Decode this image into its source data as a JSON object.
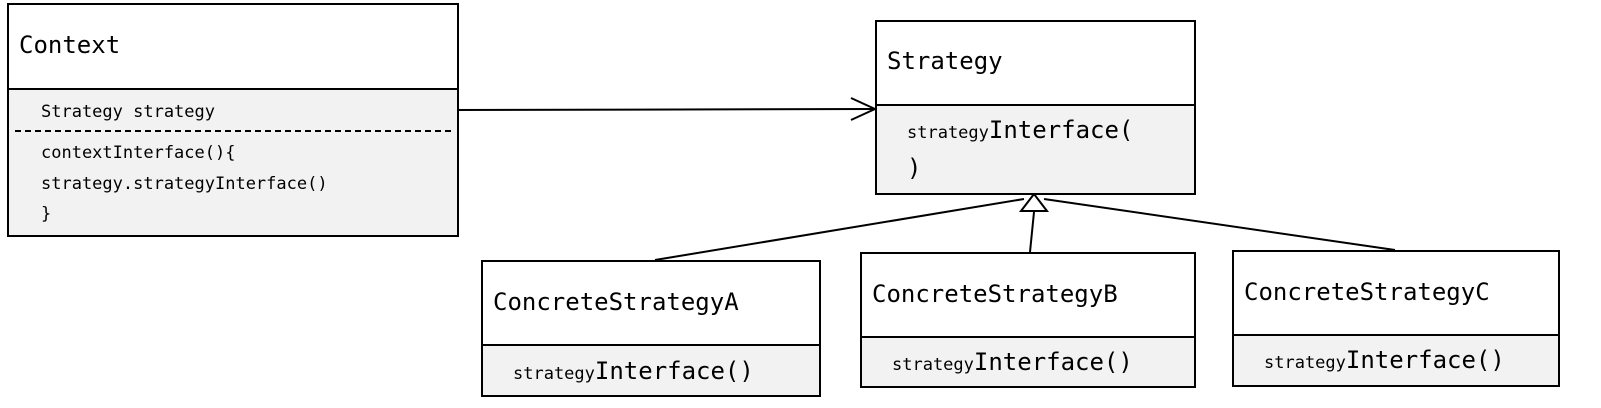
{
  "classes": {
    "context": {
      "name": "Context",
      "field": "Strategy strategy",
      "method_lines": [
        "contextInterface(){",
        "strategy.strategyInterface()",
        "}"
      ]
    },
    "strategy": {
      "name": "Strategy",
      "method_prefix": "strategy",
      "method_rest_1": "Interface(",
      "method_rest_2": ")"
    },
    "concrete_a": {
      "name": "ConcreteStrategyA",
      "method_prefix": "strategy",
      "method_rest": "Interface()"
    },
    "concrete_b": {
      "name": "ConcreteStrategyB",
      "method_prefix": "strategy",
      "method_rest": "Interface()"
    },
    "concrete_c": {
      "name": "ConcreteStrategyC",
      "method_prefix": "strategy",
      "method_rest": "Interface()"
    }
  },
  "relations": [
    {
      "from": "Context",
      "to": "Strategy",
      "kind": "association"
    },
    {
      "from": "ConcreteStrategyA",
      "to": "Strategy",
      "kind": "generalization"
    },
    {
      "from": "ConcreteStrategyB",
      "to": "Strategy",
      "kind": "generalization"
    },
    {
      "from": "ConcreteStrategyC",
      "to": "Strategy",
      "kind": "generalization"
    }
  ],
  "colors": {
    "line": "#000000",
    "compartment_fill": "#f2f2f2"
  }
}
